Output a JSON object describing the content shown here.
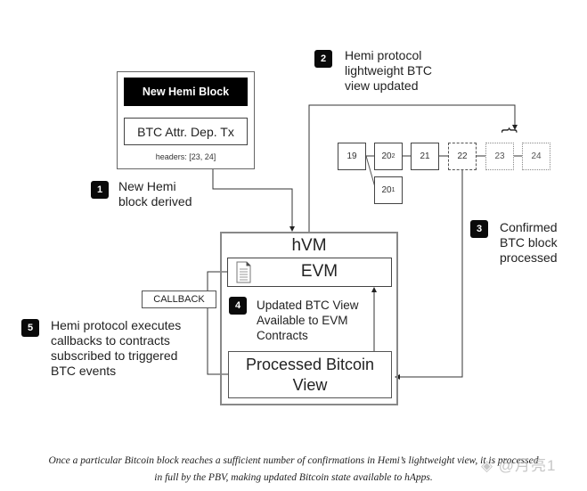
{
  "hemi_block": {
    "title": "New Hemi Block",
    "tx_label": "BTC Attr. Dep. Tx",
    "headers_label": "headers: [23, 24]"
  },
  "btc_chain": {
    "blocks": [
      {
        "label": "19",
        "sub": "",
        "style": "solid"
      },
      {
        "label": "20",
        "sub": "2",
        "style": "solid"
      },
      {
        "label": "21",
        "sub": "",
        "style": "solid"
      },
      {
        "label": "22",
        "sub": "",
        "style": "dashed"
      },
      {
        "label": "23",
        "sub": "",
        "style": "dotted"
      },
      {
        "label": "24",
        "sub": "",
        "style": "dotted"
      }
    ],
    "fork_block": {
      "label": "20",
      "sub": "1",
      "style": "solid"
    },
    "brace": "{"
  },
  "hvm": {
    "title": "hVM",
    "evm_label": "EVM",
    "pbv_label_line1": "Processed Bitcoin",
    "pbv_label_line2": "View",
    "callback_label": "CALLBACK"
  },
  "steps": [
    {
      "number": "1",
      "lines": [
        "New Hemi",
        "block derived"
      ]
    },
    {
      "number": "2",
      "lines": [
        "Hemi protocol",
        "lightweight BTC",
        "view updated"
      ]
    },
    {
      "number": "3",
      "lines": [
        "Confirmed",
        "BTC block",
        "processed"
      ]
    },
    {
      "number": "4",
      "lines": [
        "Updated BTC View",
        "Available to EVM",
        "Contracts"
      ]
    },
    {
      "number": "5",
      "lines": [
        "Hemi protocol executes",
        "callbacks to contracts",
        "subscribed to triggered",
        "BTC events"
      ]
    }
  ],
  "caption": {
    "line1": "Once a particular Bitcoin block reaches a sufficient number of confirmations in Hemi’s lightweight view, it is processed",
    "line2": "in full by the PBV, making updated Bitcoin state available to hApps."
  },
  "watermark": "◈ @月亮1",
  "icons": {
    "document": "document-icon"
  },
  "colors": {
    "badge": "#0a0a0a",
    "line": "#222222",
    "box_border": "#555555"
  }
}
